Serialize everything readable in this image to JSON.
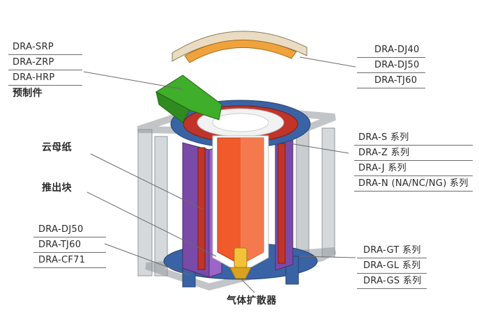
{
  "colors": {
    "frame": "#cfd3d6",
    "frame_edge": "#8f969b",
    "purple": "#7a4aa8",
    "red_coil": "#c0342a",
    "blue_base": "#3a63a6",
    "orange_crucible": "#f15a2b",
    "green_spout": "#3fae2a",
    "lid_beige": "#e9dcc3",
    "lid_orange": "#f0a23c"
  },
  "labels": {
    "left_top": [
      "DRA-SRP",
      "DRA-ZRP",
      "DRA-HRP"
    ],
    "left_top_caption": "预制件",
    "mica": "云母纸",
    "push_block": "推出块",
    "left_bottom": [
      "DRA-DJ50",
      "DRA-TJ60",
      "DRA-CF71"
    ],
    "right_top": [
      "DRA-DJ40",
      "DRA-DJ50",
      "DRA-TJ60"
    ],
    "right_mid": [
      "DRA-S 系列",
      "DRA-Z 系列",
      "DRA-J 系列",
      "DRA-N (NA/NC/NG) 系列"
    ],
    "right_bottom": [
      "DRA-GT 系列",
      "DRA-GL 系列",
      "DRA-GS 系列"
    ],
    "diffuser": "气体扩散器"
  }
}
